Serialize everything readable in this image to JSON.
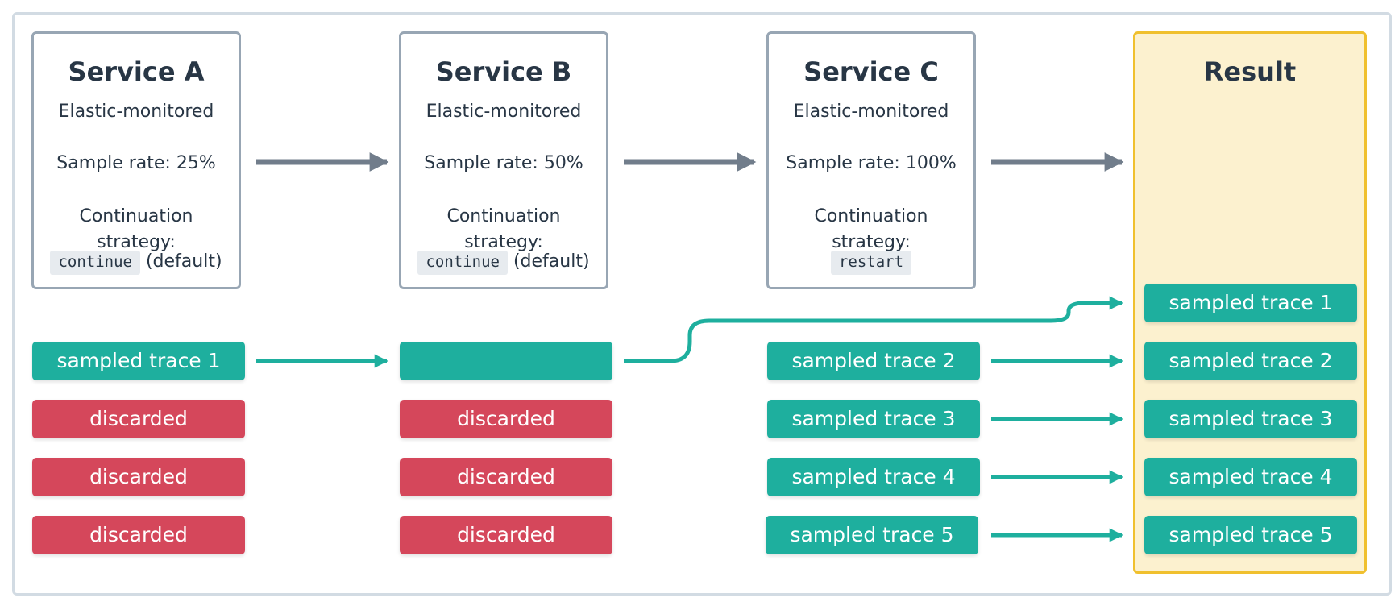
{
  "colors": {
    "sampled": "#1eaf9e",
    "discarded": "#d5475b",
    "service_border": "#98a6b4",
    "result_border": "#f0c02e",
    "result_background": "#fcf1cf",
    "flow_arrow": "#717d8b"
  },
  "services": [
    {
      "title": "Service A",
      "monitoring": "Elastic-monitored",
      "sample_rate": "Sample rate: 25%",
      "strategy_label": "Continuation strategy:",
      "strategy_value": "continue",
      "strategy_note": "(default)"
    },
    {
      "title": "Service B",
      "monitoring": "Elastic-monitored",
      "sample_rate": "Sample rate: 50%",
      "strategy_label": "Continuation strategy:",
      "strategy_value": "continue",
      "strategy_note": "(default)"
    },
    {
      "title": "Service C",
      "monitoring": "Elastic-monitored",
      "sample_rate": "Sample rate: 100%",
      "strategy_label": "Continuation strategy:",
      "strategy_value": "restart",
      "strategy_note": ""
    }
  ],
  "result": {
    "title": "Result",
    "traces": [
      "sampled trace 1",
      "sampled trace 2",
      "sampled trace 3",
      "sampled trace 4",
      "sampled trace 5"
    ]
  },
  "columns": {
    "service_a": [
      "sampled trace 1",
      "discarded",
      "discarded",
      "discarded"
    ],
    "service_b": [
      "",
      "discarded",
      "discarded",
      "discarded"
    ],
    "service_c": [
      "sampled trace 2",
      "sampled trace 3",
      "sampled trace 4",
      "sampled trace 5"
    ]
  }
}
